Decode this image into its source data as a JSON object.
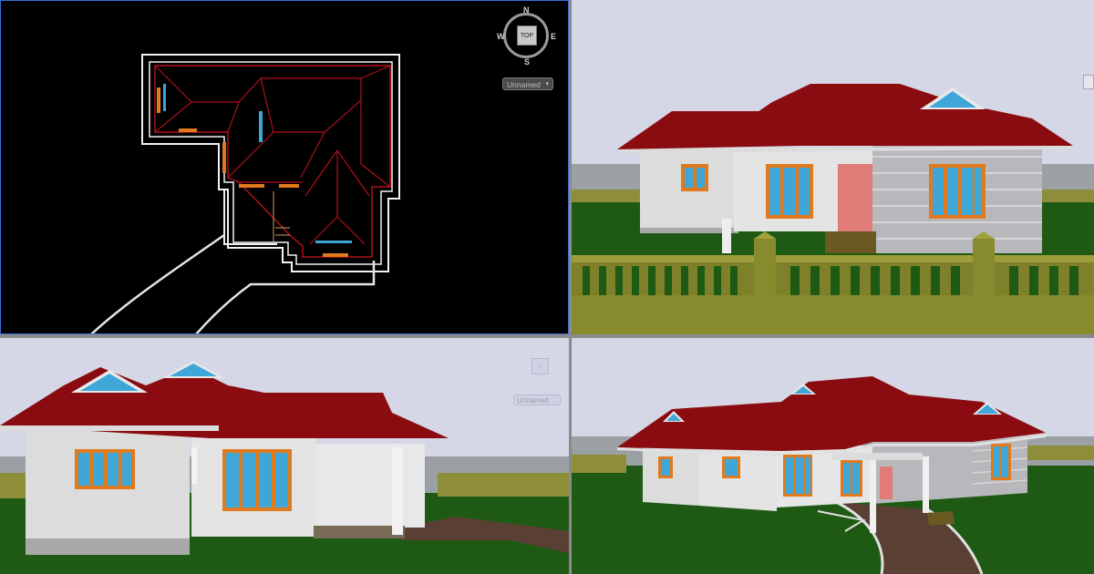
{
  "viewports": {
    "top": {
      "viewcube": {
        "face": "TOP",
        "north": "N",
        "south": "S",
        "east": "E",
        "west": "W"
      },
      "ucs": "Unnamed"
    },
    "side": {
      "ucs": "Unnamed",
      "mini_button": "..."
    }
  },
  "colors": {
    "roof": "#8a0c10",
    "wall": "#dcdcdc",
    "window_frame": "#e07a1c",
    "glass": "#3fa6d8",
    "door": "#e07b78",
    "fence": "#888a2e",
    "grass": "#1f5a14",
    "sky": "#d5d6e6",
    "plan_wall": "#f2f2f2",
    "plan_roof": "#b0101a",
    "viewport_active": "#3a6ed8"
  },
  "icons": [
    "viewcube-icon",
    "ucs-dropdown-chevron-icon"
  ]
}
